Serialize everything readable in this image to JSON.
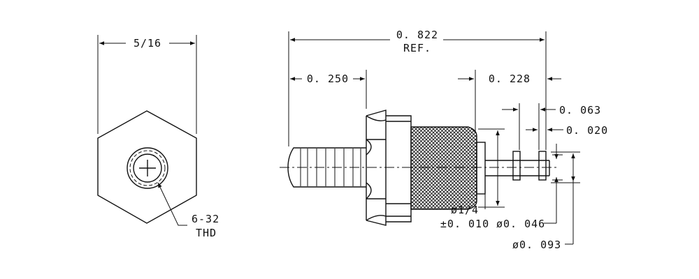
{
  "left_view": {
    "width_label": "5/16",
    "thread_label_line1": "6-32",
    "thread_label_line2": "THD"
  },
  "side_view": {
    "overall_length_label": "0. 822",
    "overall_length_note": "REF.",
    "left_length_label": "0. 250",
    "right_length_label": "0. 228",
    "dim_063_label": "0. 063",
    "dim_020_label": "0. 020",
    "dia_quarter_line1": "ø1/4",
    "dia_quarter_line2": "±0. 010",
    "dia_046_label": "ø0. 046",
    "dia_093_label": "ø0. 093"
  }
}
